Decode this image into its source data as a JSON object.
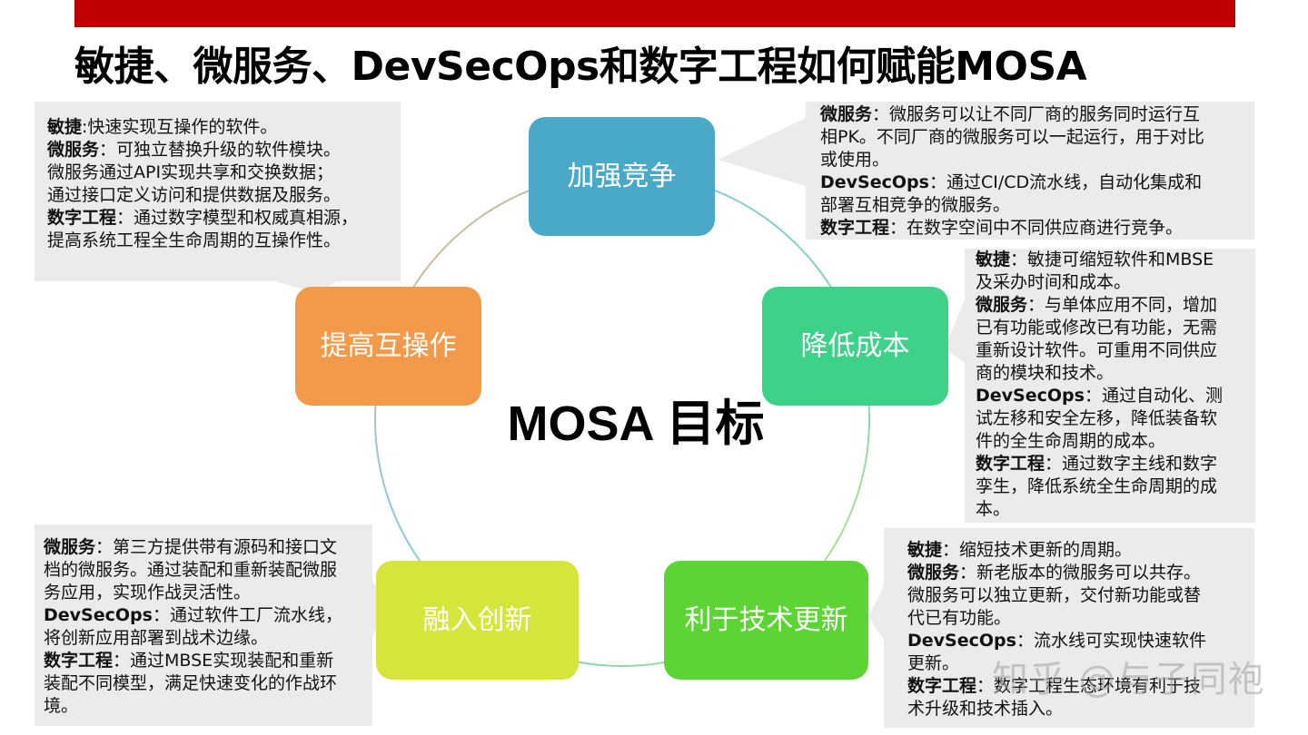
{
  "title": "敏捷、微服务、DevSecOps和数字工程如何赋能MOSA",
  "center_label": "MOSA 目标",
  "colors": {
    "top_bar": "#c00000",
    "goal_enhance_competition": "#4aa9c7",
    "goal_reduce_cost": "#3ed189",
    "goal_tech_refresh": "#5bd434",
    "goal_innovation": "#d6e53b",
    "goal_interoperability": "#f3994a",
    "note_background": "#ebebeb"
  },
  "goals": {
    "enhance_competition": "加强竞争",
    "reduce_cost": "降低成本",
    "tech_refresh": "利于技术更新",
    "innovation": "融入创新",
    "interoperability": "提高互操作"
  },
  "notes": {
    "interoperability": [
      {
        "term": "敏捷",
        "sep": ":",
        "text": "快速实现互操作的软件。"
      },
      {
        "term": "微服务",
        "sep": "：",
        "text": "可独立替换升级的软件模块。"
      },
      {
        "term": "",
        "sep": "",
        "text": "微服务通过API实现共享和交换数据；"
      },
      {
        "term": "",
        "sep": "",
        "text": "通过接口定义访问和提供数据及服务。"
      },
      {
        "term": "数字工程",
        "sep": "：",
        "text": "通过数字模型和权威真相源，"
      },
      {
        "term": "",
        "sep": "",
        "text": "提高系统工程全生命周期的互操作性。"
      }
    ],
    "enhance_competition": [
      {
        "term": "微服务",
        "sep": "：",
        "text": "微服务可以让不同厂商的服务同时运行互"
      },
      {
        "term": "",
        "sep": "",
        "text": "相PK。不同厂商的微服务可以一起运行，用于对比"
      },
      {
        "term": "",
        "sep": "",
        "text": "或使用。"
      },
      {
        "term": "DevSecOps",
        "sep": "：",
        "text": "通过CI/CD流水线，自动化集成和"
      },
      {
        "term": "",
        "sep": "",
        "text": "部署互相竞争的微服务。"
      },
      {
        "term": "数字工程",
        "sep": "：",
        "text": "在数字空间中不同供应商进行竞争。"
      }
    ],
    "reduce_cost": [
      {
        "term": "敏捷",
        "sep": "：",
        "text": "敏捷可缩短软件和MBSE"
      },
      {
        "term": "",
        "sep": "",
        "text": "及采办时间和成本。"
      },
      {
        "term": "微服务",
        "sep": "：",
        "text": "与单体应用不同，增加"
      },
      {
        "term": "",
        "sep": "",
        "text": "已有功能或修改已有功能，无需"
      },
      {
        "term": "",
        "sep": "",
        "text": "重新设计软件。可重用不同供应"
      },
      {
        "term": "",
        "sep": "",
        "text": "商的模块和技术。"
      },
      {
        "term": "DevSecOps",
        "sep": "：",
        "text": "通过自动化、测"
      },
      {
        "term": "",
        "sep": "",
        "text": "试左移和安全左移，降低装备软"
      },
      {
        "term": "",
        "sep": "",
        "text": "件的全生命周期的成本。"
      },
      {
        "term": "数字工程",
        "sep": "：",
        "text": "通过数字主线和数字"
      },
      {
        "term": "",
        "sep": "",
        "text": "孪生，降低系统全生命周期的成"
      },
      {
        "term": "",
        "sep": "",
        "text": "本。"
      }
    ],
    "innovation": [
      {
        "term": "微服务",
        "sep": "：",
        "text": "第三方提供带有源码和接口文"
      },
      {
        "term": "",
        "sep": "",
        "text": "档的微服务。通过装配和重新装配微服"
      },
      {
        "term": "",
        "sep": "",
        "text": "务应用，实现作战灵活性。"
      },
      {
        "term": "DevSecOps",
        "sep": "：",
        "text": "通过软件工厂流水线，"
      },
      {
        "term": "",
        "sep": "",
        "text": "将创新应用部署到战术边缘。"
      },
      {
        "term": "数字工程",
        "sep": "：",
        "text": "通过MBSE实现装配和重新"
      },
      {
        "term": "",
        "sep": "",
        "text": "装配不同模型，满足快速变化的作战环"
      },
      {
        "term": "",
        "sep": "",
        "text": "境。"
      }
    ],
    "tech_refresh": [
      {
        "term": "敏捷",
        "sep": "：",
        "text": "缩短技术更新的周期。"
      },
      {
        "term": "微服务",
        "sep": "：",
        "text": "新老版本的微服务可以共存。"
      },
      {
        "term": "",
        "sep": "",
        "text": "微服务可以独立更新，交付新功能或替"
      },
      {
        "term": "",
        "sep": "",
        "text": "代已有功能。"
      },
      {
        "term": "DevSecOps",
        "sep": "：",
        "text": "流水线可实现快速软件"
      },
      {
        "term": "",
        "sep": "",
        "text": "更新。"
      },
      {
        "term": "数字工程",
        "sep": "：",
        "text": "数字工程生态环境有利于技"
      },
      {
        "term": "",
        "sep": "",
        "text": "术升级和技术插入。"
      }
    ]
  },
  "watermark": "知乎 @与子同袍"
}
